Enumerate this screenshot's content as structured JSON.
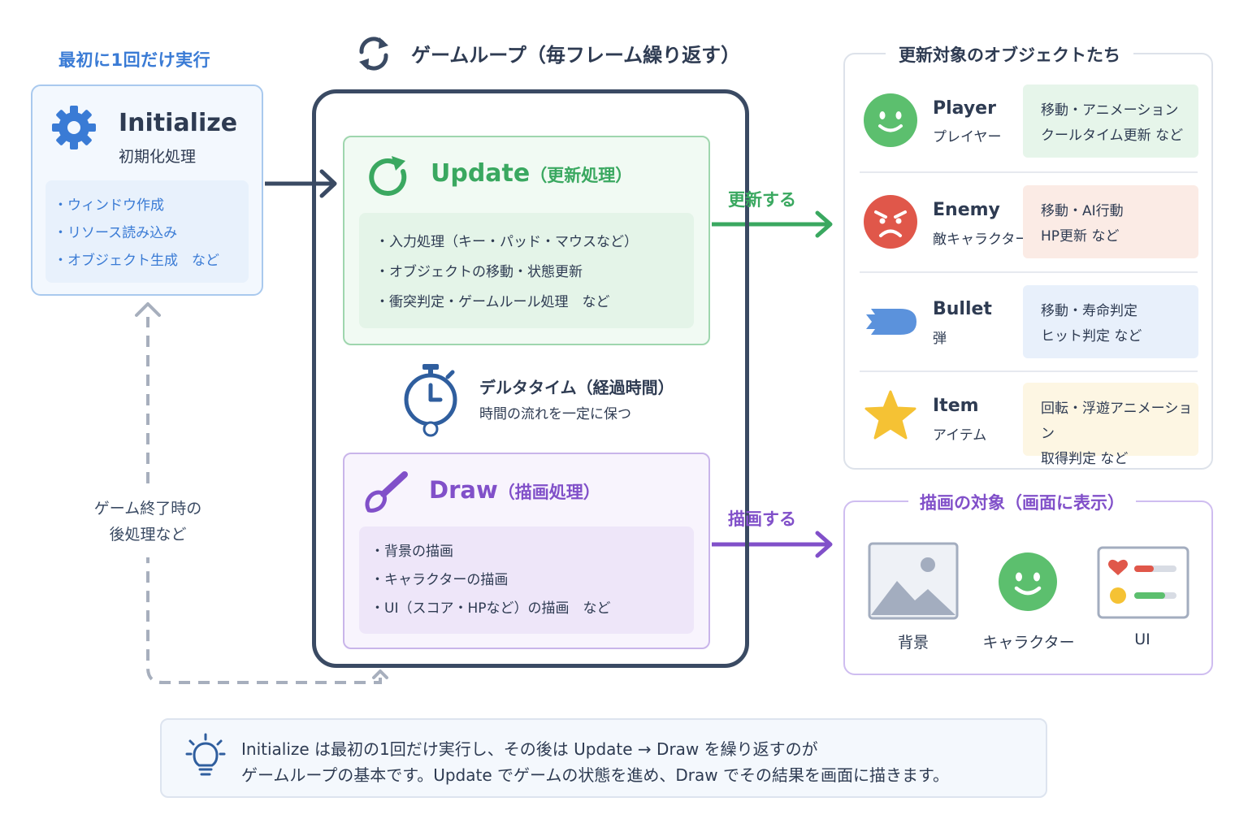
{
  "colors": {
    "blue": "#3a7bd5",
    "green": "#3aa860",
    "purple": "#8150c9",
    "dark": "#3a4a63",
    "red": "#e0574a",
    "yellow": "#f5c234"
  },
  "initialize": {
    "heading": "最初に1回だけ実行",
    "title": "Initialize",
    "subtitle": "初期化処理",
    "items": [
      "・ウィンドウ作成",
      "・リソース読み込み",
      "・オブジェクト生成　など"
    ],
    "icon": "gear-icon"
  },
  "loop": {
    "heading": "ゲームループ（毎フレーム繰り返す）",
    "icon": "cycle-arrows-icon",
    "update": {
      "title": "Update",
      "title_suffix": "（更新処理）",
      "icon": "refresh-icon",
      "items": [
        "・入力処理（キー・パッド・マウスなど）",
        "・オブジェクトの移動・状態更新",
        "・衝突判定・ゲームルール処理　など"
      ]
    },
    "delta": {
      "title": "デルタタイム（経過時間）",
      "description": "時間の流れを一定に保つ",
      "icon": "stopwatch-icon"
    },
    "draw": {
      "title": "Draw",
      "title_suffix": "（描画処理）",
      "icon": "paintbrush-icon",
      "items": [
        "・背景の描画",
        "・キャラクターの描画",
        "・UI（スコア・HPなど）の描画　など"
      ]
    }
  },
  "arrows": {
    "update_label": "更新する",
    "draw_label": "描画する",
    "exit_label_line1": "ゲーム終了時の",
    "exit_label_line2": "後処理など"
  },
  "objects": {
    "heading": "更新対象のオブジェクトたち",
    "items": [
      {
        "name": "Player",
        "sub": "プレイヤー",
        "desc1": "移動・アニメーション",
        "desc2": "クールタイム更新 など",
        "icon": "smiley-face-icon",
        "tint": "#e6f5ea"
      },
      {
        "name": "Enemy",
        "sub": "敵キャラクター",
        "desc1": "移動・AI行動",
        "desc2": "HP更新 など",
        "icon": "angry-face-icon",
        "tint": "#fbebe5"
      },
      {
        "name": "Bullet",
        "sub": "弾",
        "desc1": "移動・寿命判定",
        "desc2": "ヒット判定 など",
        "icon": "bullet-icon",
        "tint": "#e8f0fb"
      },
      {
        "name": "Item",
        "sub": "アイテム",
        "desc1": "回転・浮遊アニメーション",
        "desc2": "取得判定 など",
        "icon": "star-icon",
        "tint": "#fdf6e3"
      }
    ]
  },
  "draw_targets": {
    "heading": "描画の対象（画面に表示）",
    "items": [
      {
        "label": "背景",
        "icon": "landscape-image-icon"
      },
      {
        "label": "キャラクター",
        "icon": "smiley-face-icon"
      },
      {
        "label": "UI",
        "icon": "hud-panel-icon"
      }
    ]
  },
  "tip": {
    "icon": "lightbulb-icon",
    "line1": "Initialize は最初の1回だけ実行し、その後は Update → Draw を繰り返すのが",
    "line2": "ゲームループの基本です。Update でゲームの状態を進め、Draw でその結果を画面に描きます。"
  }
}
